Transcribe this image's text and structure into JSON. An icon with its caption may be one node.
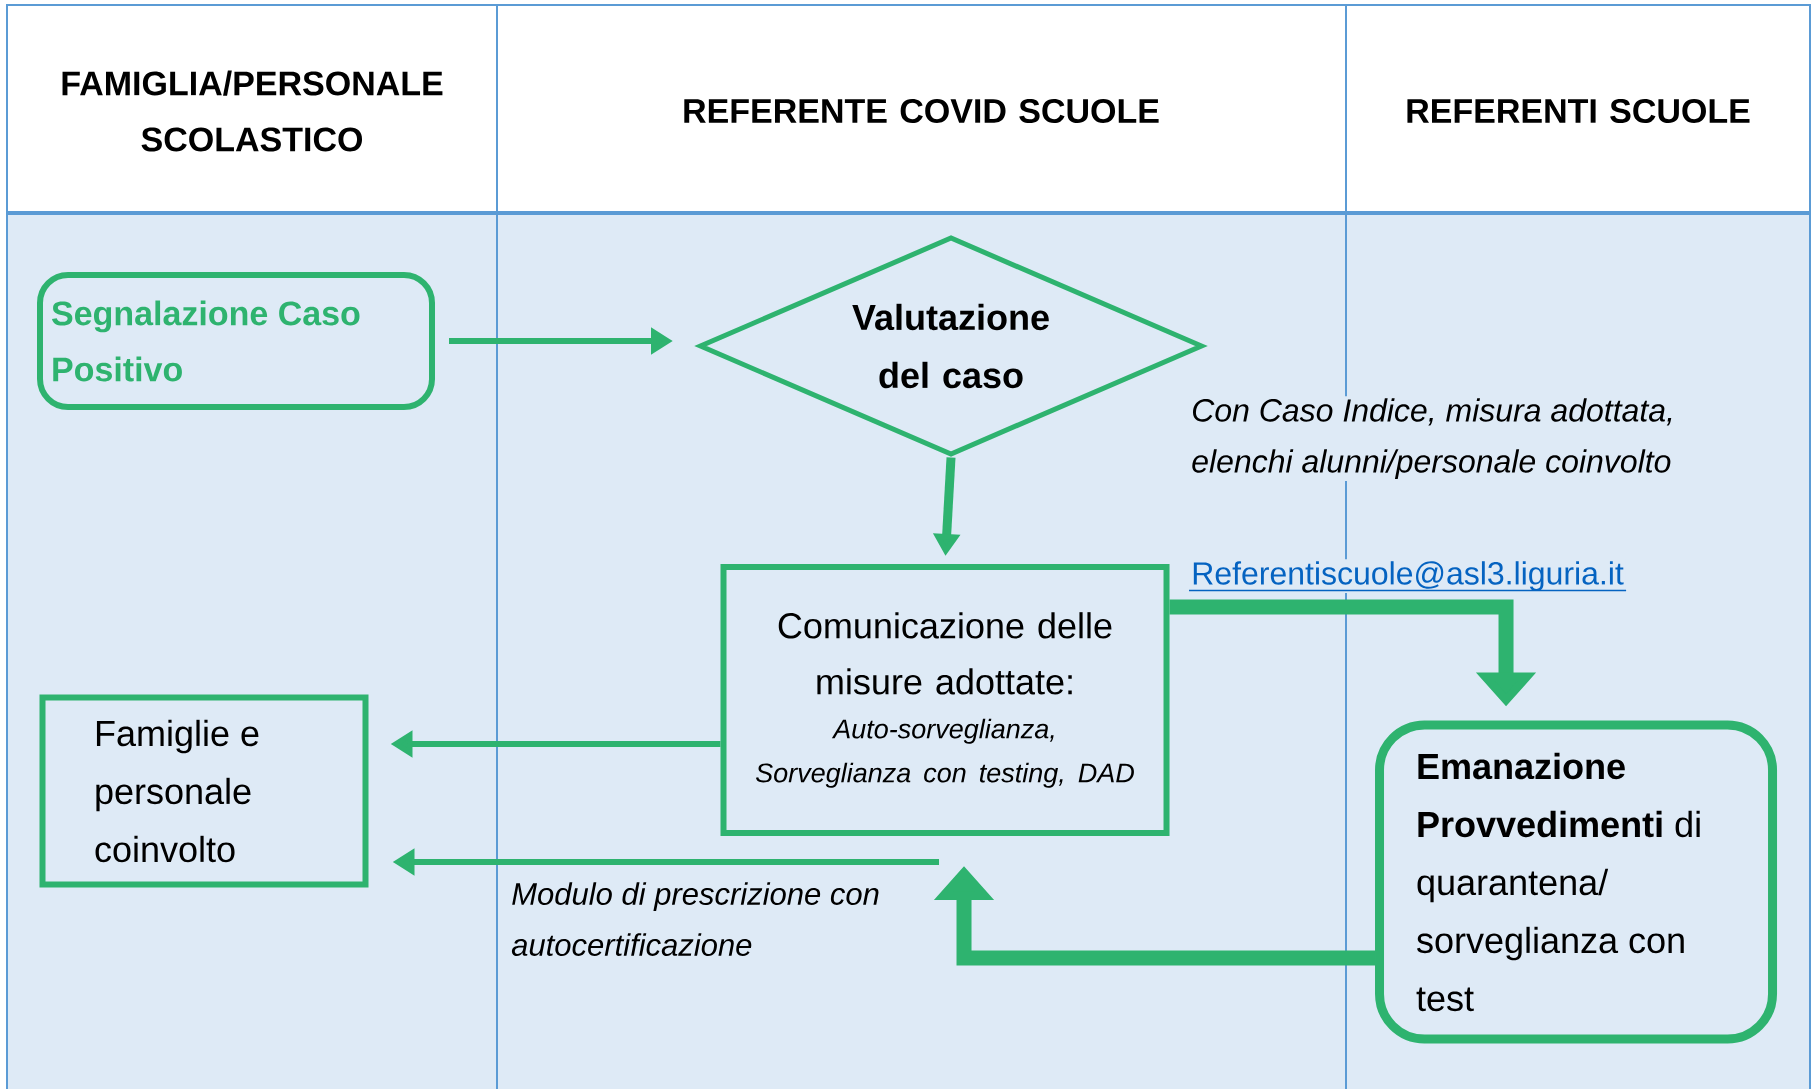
{
  "diagram": {
    "nodes": [
      {
        "text": [
          "FAMIGLIA/PERSONALE SCOLASTICO"
        ]
      },
      {
        "text": [
          "REFERENTE COVID SCUOLE"
        ]
      },
      {
        "text": [
          "REFERENTI SCUOLE"
        ]
      },
      {
        "text": [
          "Segnalazione Caso Positivo"
        ],
        "in": 0
      },
      {
        "text": [
          "Valutazione del caso"
        ],
        "in": 1
      },
      {
        "text": [
          "Comunicazione delle misure adottate:",
          "Auto-sorveglianza, Sorveglianza con testing, DAD"
        ],
        "in": 1
      },
      {
        "text": [
          "Famiglie e personale coinvolto"
        ],
        "in": 0
      },
      {
        "text": [
          "**Emanazione Provvedimenti** di quarantena/ sorveglianza con test"
        ],
        "in": 2
      }
    ],
    "edges": [
      {
        "from": 3,
        "to": 4,
        "arrow": "to"
      },
      {
        "from": 4,
        "to": 5,
        "arrow": "to"
      },
      {
        "from": 5,
        "to": 6,
        "arrow": "to"
      },
      {
        "from": 5,
        "to": 7,
        "arrow": "to",
        "style": "thick",
        "label": "Con Caso Indice, misura adottata, elenchi alunni/personale coinvolto"
      },
      {
        "from": 7,
        "to": null,
        "arrow": "to",
        "style": "thick"
      },
      {
        "from": null,
        "to": 6,
        "arrow": "to",
        "label": "Modulo di prescrizione con autocertificazione"
      }
    ],
    "labels": [
      "Referentiscuole@asl3.liguria.it"
    ]
  }
}
